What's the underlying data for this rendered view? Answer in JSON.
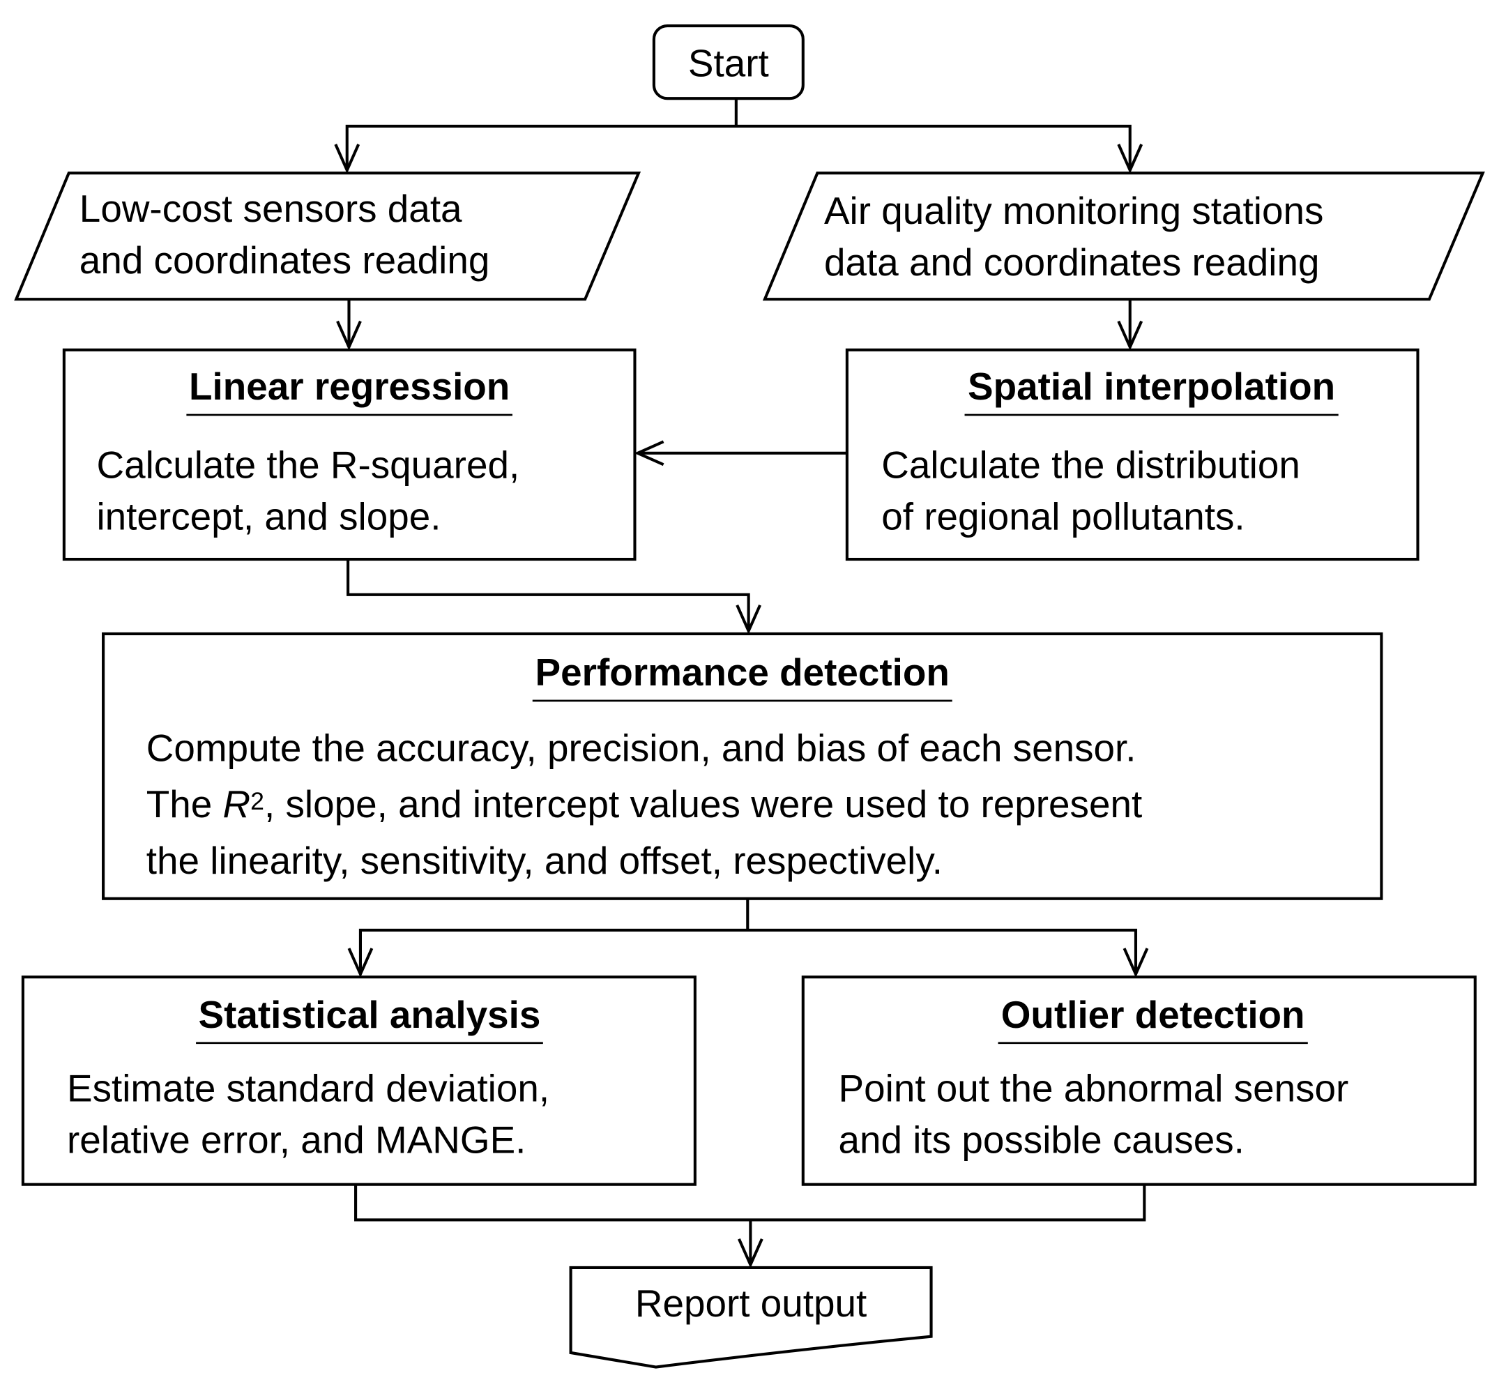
{
  "start": {
    "label": "Start"
  },
  "inputs": {
    "low_cost": {
      "line1": "Low-cost sensors data",
      "line2": "and coordinates reading"
    },
    "stations": {
      "line1": "Air quality monitoring stations",
      "line2": "data and coordinates reading"
    }
  },
  "linear_regression": {
    "title": "Linear regression",
    "line1": "Calculate the R-squared,",
    "line2": "intercept, and slope."
  },
  "spatial_interpolation": {
    "title": "Spatial interpolation",
    "line1": "Calculate the distribution",
    "line2": "of regional pollutants."
  },
  "performance_detection": {
    "title": "Performance detection",
    "line1": "Compute the accuracy, precision, and bias of each sensor.",
    "line2_prefix": "The ",
    "line2_symbol": "R",
    "line2_sup": "2",
    "line2_suffix": ", slope, and intercept values were used to represent",
    "line3": "the linearity, sensitivity, and offset, respectively."
  },
  "statistical_analysis": {
    "title": "Statistical analysis",
    "line1": "Estimate standard deviation,",
    "line2": "relative error, and MANGE."
  },
  "outlier_detection": {
    "title": "Outlier detection",
    "line1": "Point out the abnormal sensor",
    "line2": "and its possible causes."
  },
  "report": {
    "label": "Report output"
  }
}
